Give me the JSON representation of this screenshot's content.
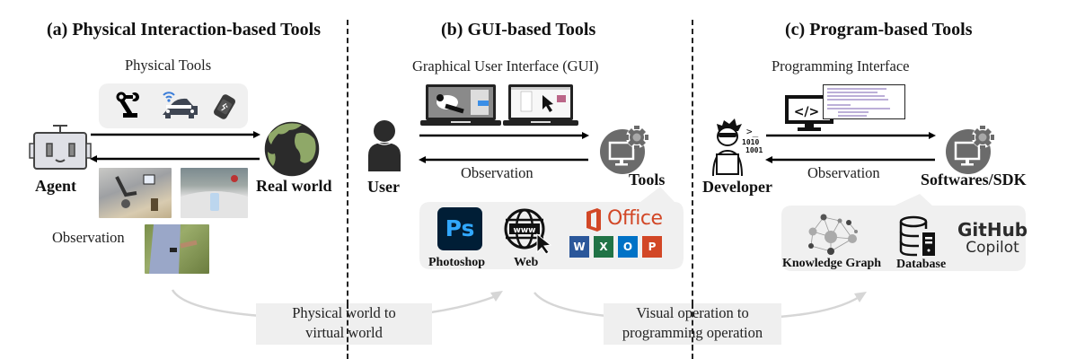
{
  "sections": {
    "physical": {
      "title": "(a) Physical Interaction-based Tools",
      "subtitle": "Physical  Tools",
      "agent_label": "Agent",
      "world_label": "Real world",
      "observation_label": "Observation",
      "tool_icons": [
        "robot-arm-icon",
        "connected-car-icon",
        "smartwatch-icon"
      ]
    },
    "gui": {
      "title": "(b) GUI-based Tools",
      "subtitle": "Graphical User Interface (GUI)",
      "user_label": "User",
      "tools_label": "Tools",
      "observation_label": "Observation",
      "apps": [
        {
          "icon": "photoshop-icon",
          "label": "Photoshop",
          "glyph": "Ps"
        },
        {
          "icon": "web-globe-icon",
          "label": "Web",
          "glyph": "www"
        },
        {
          "icon": "office-icon",
          "label": "",
          "glyph": "Office"
        }
      ],
      "office_apps": [
        "W",
        "X",
        "O",
        "P"
      ]
    },
    "program": {
      "title": "(c) Program-based Tools",
      "subtitle": "Programming Interface",
      "developer_label": "Developer",
      "sdk_label": "Softwares/SDK",
      "observation_label": "Observation",
      "terminal_glyph": ">_",
      "binary_lines": [
        "1010",
        "1001"
      ],
      "code_glyph": "</>",
      "apps": [
        {
          "icon": "knowledge-graph-icon",
          "label": "Knowledge Graph"
        },
        {
          "icon": "database-icon",
          "label": "Database"
        },
        {
          "icon": "github-copilot-icon",
          "label": "",
          "line1": "GitHub",
          "line2": "Copilot"
        }
      ]
    }
  },
  "transitions": [
    {
      "line1": "Physical world to",
      "line2": "virtual world"
    },
    {
      "line1": "Visual operation to",
      "line2": "programming operation"
    }
  ],
  "colors": {
    "earth_land": "#8fa868",
    "earth_sea": "#2b2b2b",
    "photoshop_bg": "#001e36",
    "photoshop_fg": "#31a8ff",
    "office_orange": "#d24726",
    "word_blue": "#2b579a",
    "excel_green": "#217346",
    "outlook_blue": "#0072c6",
    "powerpoint_red": "#d24726",
    "tool_gray": "#6b6b6b",
    "panel_gray": "#f0f0f0",
    "wifi_blue": "#3b7dd8"
  }
}
